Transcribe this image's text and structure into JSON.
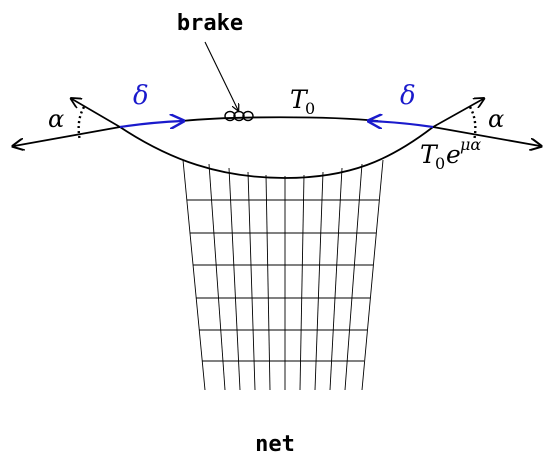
{
  "labels": {
    "brake": "brake",
    "net": "net",
    "alpha_left": "α",
    "alpha_right": "α",
    "delta_left": "δ",
    "delta_right": "δ",
    "t0": "T",
    "t0_sub": "0",
    "t0e_base": "T",
    "t0e_sub": "0",
    "t0e_e": "e",
    "t0e_sup": "μα"
  },
  "colors": {
    "ink": "#000000",
    "delta": "#1a1acc"
  }
}
